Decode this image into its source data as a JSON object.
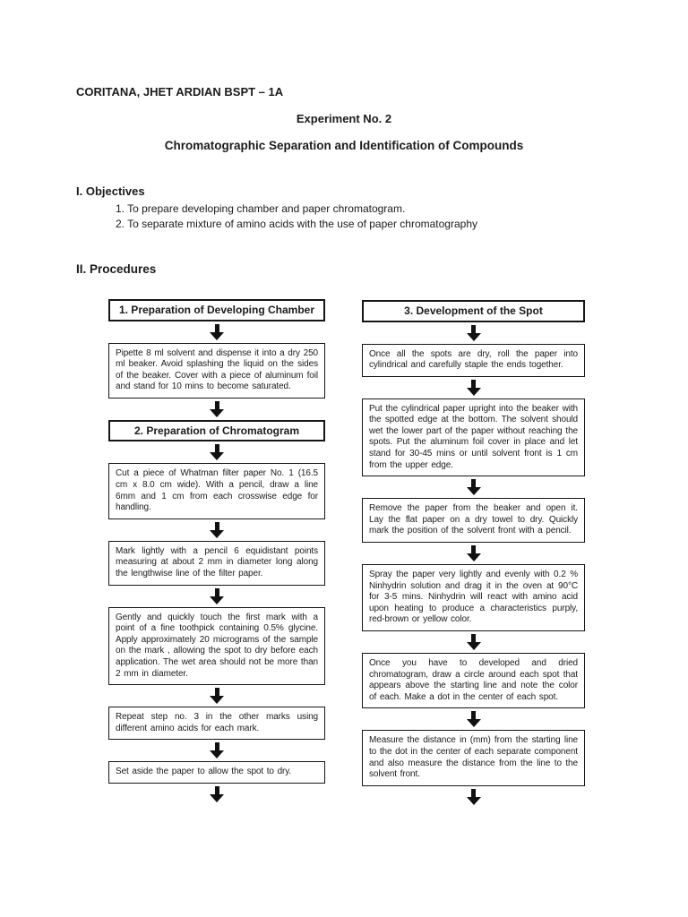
{
  "document": {
    "student_name_line": "CORITANA, JHET ARDIAN BSPT – 1A",
    "experiment_label": "Experiment No. 2",
    "title": "Chromatographic Separation and Identification of Compounds",
    "objectives": {
      "heading": "I. Objectives",
      "items": [
        "1. To prepare developing chamber and paper chromatogram.",
        "2. To separate mixture of amino acids with the use of paper chromatography"
      ]
    },
    "procedures": {
      "heading": "II. Procedures",
      "left_column": [
        {
          "type": "header",
          "text": "1.  Preparation of Developing Chamber"
        },
        {
          "type": "step",
          "text": "Pipette 8 ml solvent and dispense it into a dry 250 ml beaker. Avoid splashing the liquid on the sides of the beaker. Cover with a piece of aluminum foil and stand for 10 mins to become saturated."
        },
        {
          "type": "header",
          "text": "2. Preparation of Chromatogram"
        },
        {
          "type": "step",
          "text": "Cut a piece of Whatman filter paper No. 1 (16.5 cm x 8.0 cm wide). With a pencil, draw a line 6mm and 1 cm from each crosswise edge for handling."
        },
        {
          "type": "step",
          "text": "Mark lightly with a pencil 6 equidistant points measuring at about 2 mm in diameter long along the lengthwise line of the filter paper."
        },
        {
          "type": "step",
          "text": "Gently and quickly touch the first mark with a point of a fine toothpick containing 0.5% glycine. Apply approximately 20 micrograms of the sample on the mark , allowing the spot to dry before each application. The wet area should not be more than 2 mm in diameter."
        },
        {
          "type": "step",
          "text": "Repeat step no. 3 in the other marks using different amino acids for each mark."
        },
        {
          "type": "step",
          "text": "Set aside the paper to allow the spot to dry."
        }
      ],
      "right_column": [
        {
          "type": "header",
          "text": "3. Development of the Spot"
        },
        {
          "type": "step",
          "text": "Once all the spots are dry, roll the paper into cylindrical and carefully staple the ends together."
        },
        {
          "type": "step",
          "text": "Put the cylindrical paper upright into the beaker with the spotted edge at the bottom. The solvent should wet the lower part of the paper without reaching the spots. Put the aluminum foil cover in place and let stand for 30-45 mins or until solvent front is 1 cm from the upper edge."
        },
        {
          "type": "step",
          "text": "Remove the paper from the beaker and open it. Lay the flat paper on a dry towel to dry. Quickly mark the position of the solvent front with a pencil."
        },
        {
          "type": "step",
          "text": "Spray the paper very lightly and evenly with 0.2 % Ninhydrin solution and drag it in the oven at 90°C for 3-5 mins. Ninhydrin will react with amino acid upon heating to produce a characteristics purply, red-brown or yellow color."
        },
        {
          "type": "step",
          "text": "Once you have to developed and dried chromatogram, draw a circle around each spot that appears above the starting line and note the color of each. Make a dot in the center of each spot."
        },
        {
          "type": "step",
          "text": "Measure the distance in (mm) from the starting line to the dot in the center of each separate component and also measure the distance from the line to the solvent front."
        }
      ]
    },
    "colors": {
      "page_background": "#ffffff",
      "text": "#1b1b1b",
      "box_border": "#151515",
      "arrow": "#111111"
    }
  }
}
